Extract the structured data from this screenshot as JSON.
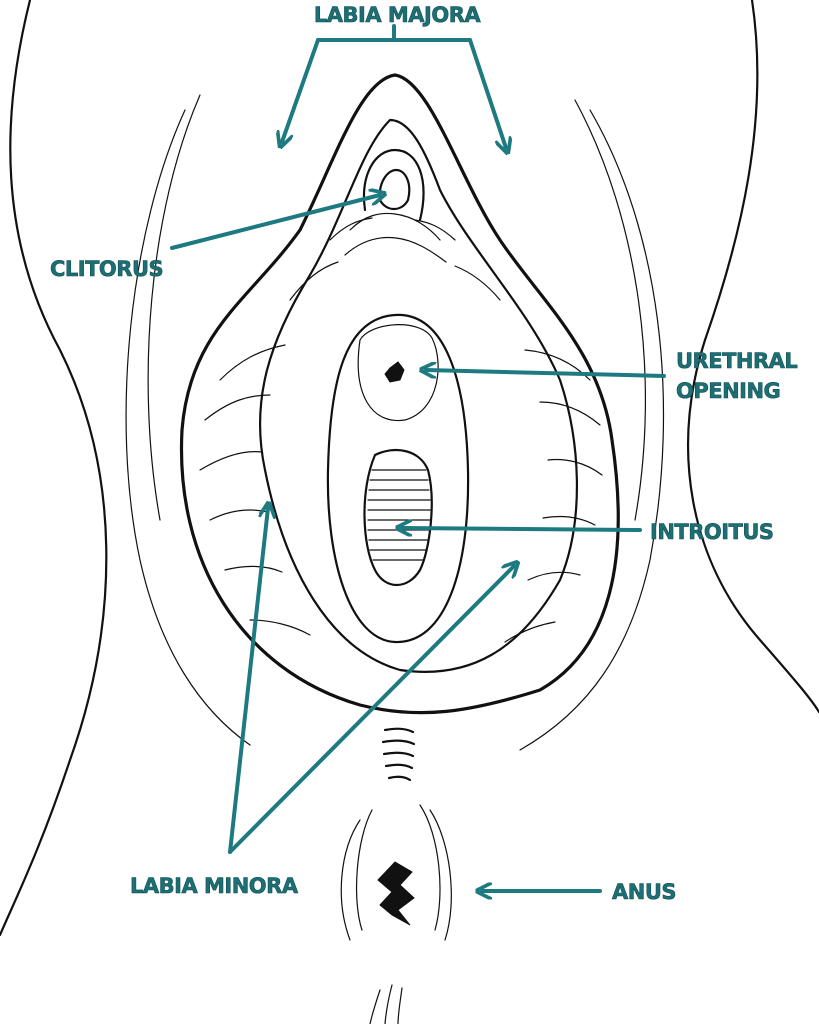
{
  "labels": {
    "labia_majora": "LABIA MAJORA",
    "clitorus": "CLITORUS",
    "urethral_line1": "URETHRAL",
    "urethral_line2": "OPENING",
    "introitus": "INTROITUS",
    "labia_minora": "LABIA MINORA",
    "anus": "ANUS"
  },
  "colors": {
    "label_text": "#1d6f74",
    "arrows": "#1d7a80",
    "line_art": "#111111"
  }
}
